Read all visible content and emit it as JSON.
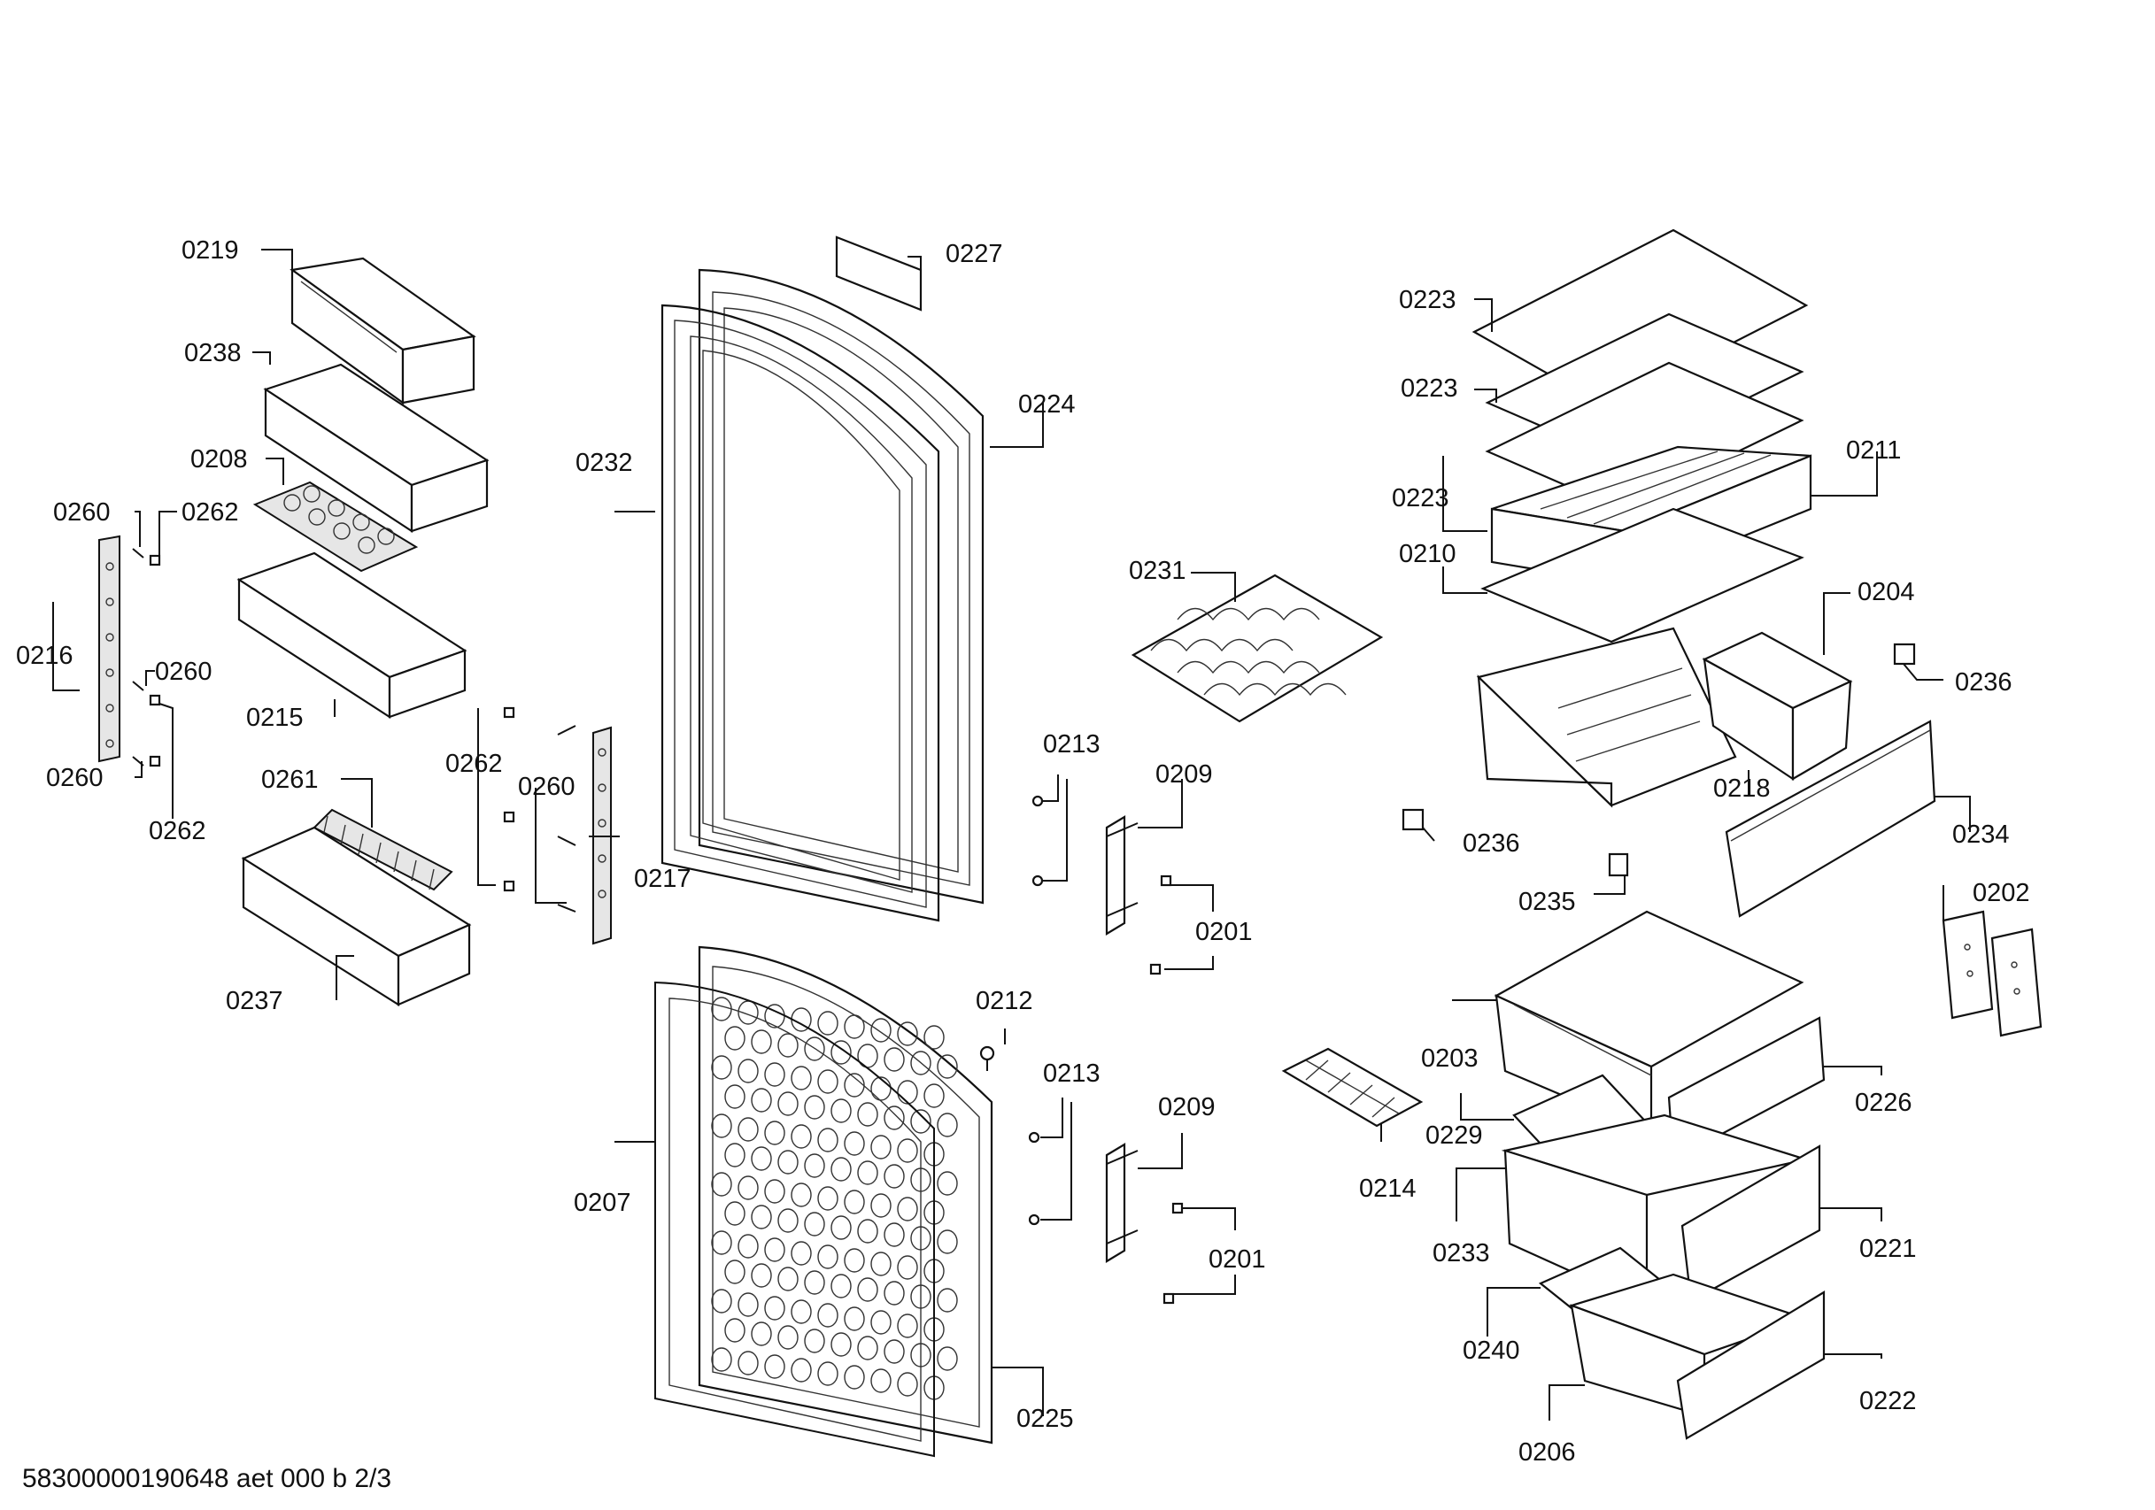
{
  "footer": {
    "document_code": "58300000190648 aet 000 b 2/3"
  },
  "parts": {
    "p0219": "0219",
    "p0238": "0238",
    "p0208": "0208",
    "p0260a": "0260",
    "p0262a": "0262",
    "p0216": "0216",
    "p0260b": "0260",
    "p0260c": "0260",
    "p0262b": "0262",
    "p0215": "0215",
    "p0261": "0261",
    "p0237": "0237",
    "p0262c": "0262",
    "p0260d": "0260",
    "p0217": "0217",
    "p0227": "0227",
    "p0232": "0232",
    "p0224": "0224",
    "p0207": "0207",
    "p0225": "0225",
    "p0231": "0231",
    "p0213a": "0213",
    "p0209a": "0209",
    "p0201a": "0201",
    "p0212": "0212",
    "p0213b": "0213",
    "p0209b": "0209",
    "p0201b": "0201",
    "p0214": "0214",
    "p0223a": "0223",
    "p0223b": "0223",
    "p0223c": "0223",
    "p0211": "0211",
    "p0210": "0210",
    "p0204": "0204",
    "p0236a": "0236",
    "p0218": "0218",
    "p0236b": "0236",
    "p0234": "0234",
    "p0235": "0235",
    "p0202": "0202",
    "p0203": "0203",
    "p0226": "0226",
    "p0229": "0229",
    "p0233": "0233",
    "p0221": "0221",
    "p0240": "0240",
    "p0222": "0222",
    "p0206": "0206"
  }
}
